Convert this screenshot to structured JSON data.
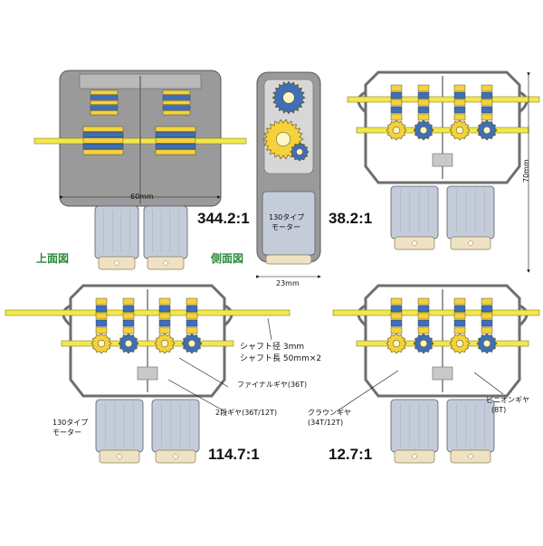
{
  "colors": {
    "frame": "#9a9a9a",
    "frame_dark": "#6e6e6e",
    "motor_body": "#c4ccd9",
    "motor_cap": "#efe2c3",
    "gear_yellow": "#f4d23b",
    "gear_blue": "#3e6fb8",
    "shaft": "#f2e84c",
    "label_green": "#2e8b3c"
  },
  "icons": [
    "gearbox-diagram",
    "motor-icon",
    "gear-icon",
    "shaft-icon"
  ],
  "ratios": {
    "top_left": "344.2:1",
    "top_right": "38.2:1",
    "bottom_left": "114.7:1",
    "bottom_right": "12.7:1"
  },
  "views": {
    "top": "上面図",
    "side": "側面図"
  },
  "dimensions": {
    "width": "60mm",
    "side_width": "23mm",
    "height": "70mm"
  },
  "side_motor_label_line1": "130タイプ",
  "side_motor_label_line2": "モーター",
  "motor_label_line1": "130タイプ",
  "motor_label_line2": "モーター",
  "shaft_info": {
    "diameter": "シャフト径 3mm",
    "length": "シャフト長 50mm×2"
  },
  "callouts": {
    "final_gear": "ファイナルギヤ(36T)",
    "two_stage_gear": "2段ギヤ(36T/12T)",
    "crown_gear_line1": "クラウンギヤ",
    "crown_gear_line2": "(34T/12T)",
    "pinion_gear_line1": "ピニオンギヤ",
    "pinion_gear_line2": "(8T)"
  }
}
